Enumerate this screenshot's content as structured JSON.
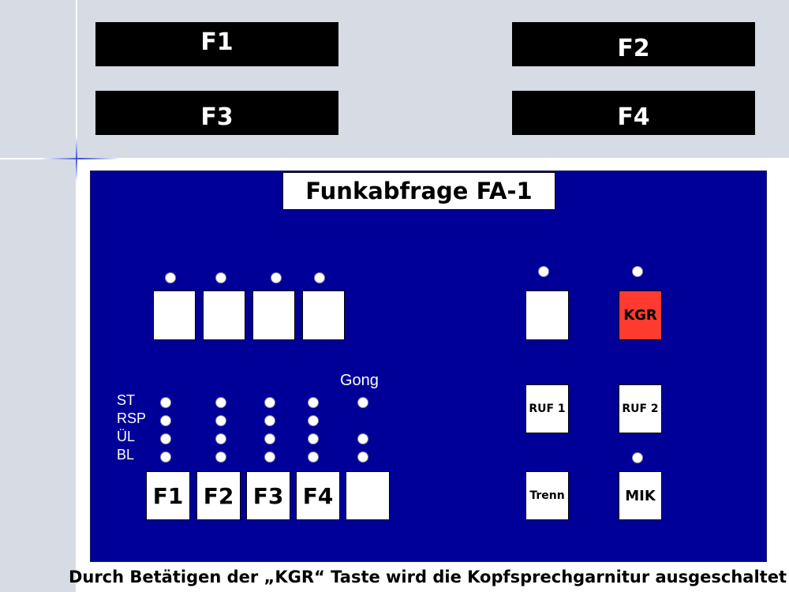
{
  "top_bars": {
    "f1": "F1",
    "f2": "F2",
    "f3": "F3",
    "f4": "F4"
  },
  "panel": {
    "title": "Funkabfrage  FA-1",
    "status_labels": [
      "ST",
      "RSP",
      "ÜL",
      "BL"
    ],
    "gong_label": "Gong",
    "keys": {
      "f1": "F1",
      "f2": "F2",
      "f3": "F3",
      "f4": "F4",
      "kgr": "KGR",
      "ruf1": "RUF 1",
      "ruf2": "RUF 2",
      "trenn": "Trenn",
      "mik": "MIK"
    }
  },
  "caption": "Durch Betätigen der „KGR“ Taste wird die Kopfsprechgarnitur ausgeschaltet",
  "colors": {
    "panel": "#000099",
    "kgr_key": "#ff3b30",
    "background_band": "#d6dbe4"
  }
}
